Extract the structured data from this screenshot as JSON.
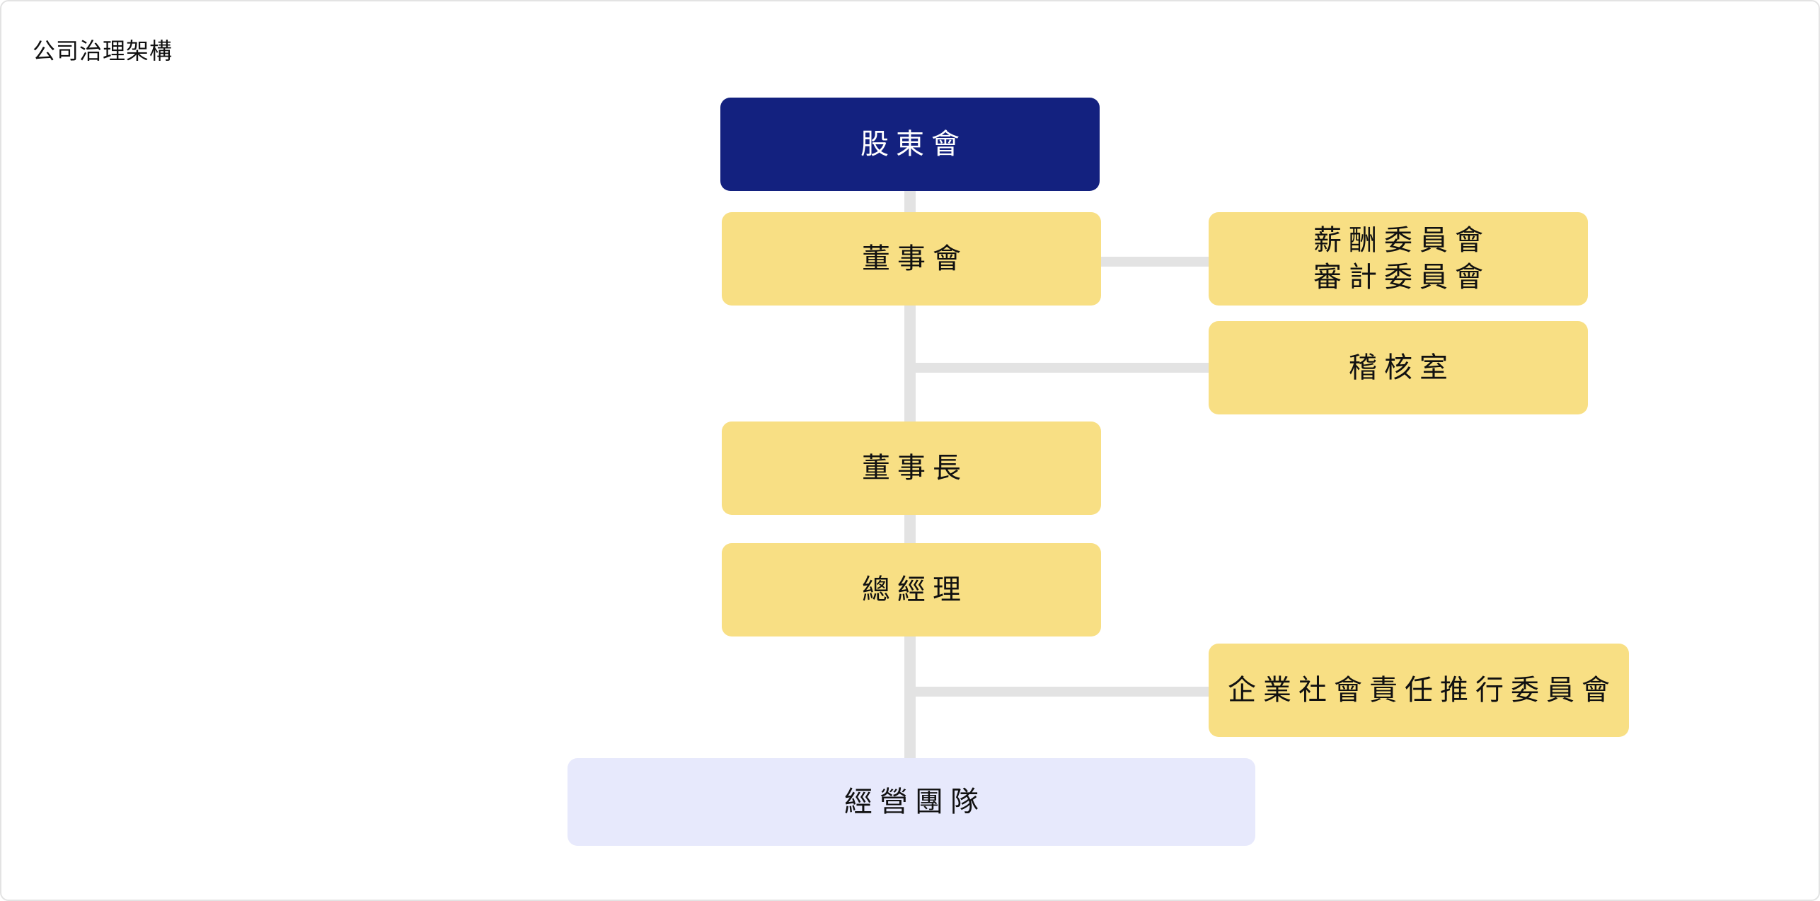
{
  "page": {
    "title": "公司治理架構"
  },
  "nodes": {
    "shareholders": "股東會",
    "board": "董事會",
    "committees": [
      "薪酬委員會",
      "審計委員會"
    ],
    "audit_office": "稽核室",
    "chairman": "董事長",
    "president": "總經理",
    "csr_committee": "企業社會責任推行委員會",
    "management_team": "經營團隊"
  },
  "colors": {
    "top_node": "#13217f",
    "primary_node": "#f8df84",
    "bottom_node": "#e7e9fc",
    "connector": "#e3e3e3"
  }
}
